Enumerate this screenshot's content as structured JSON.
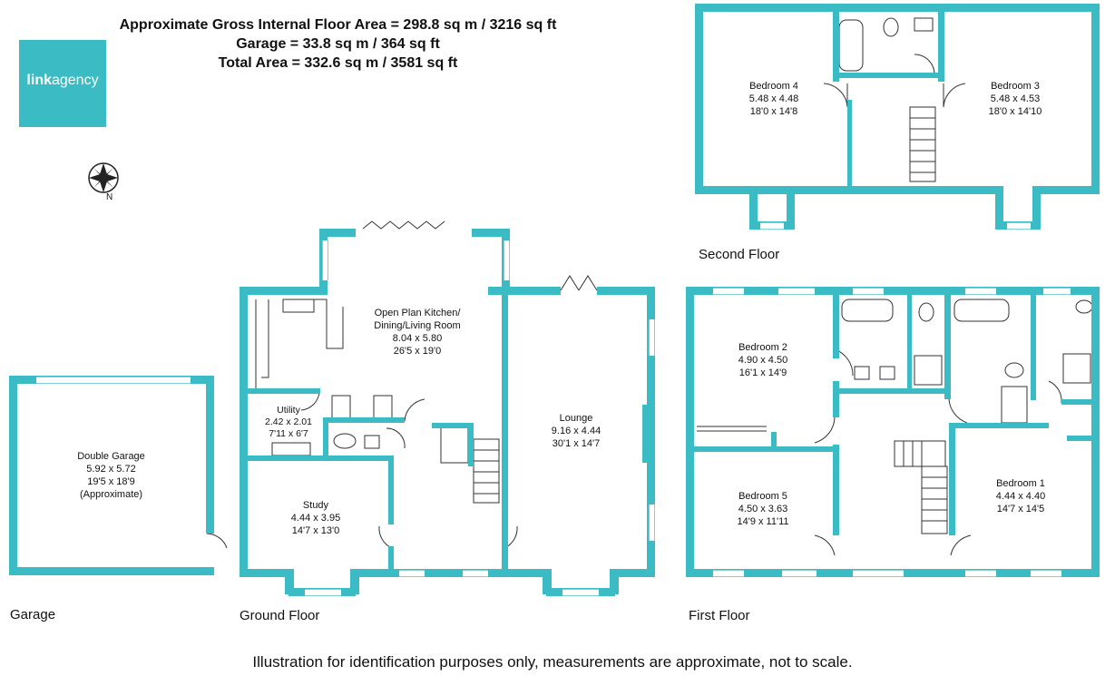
{
  "header": {
    "line1": "Approximate Gross Internal Floor Area  = 298.8 sq m  / 3216 sq ft",
    "line2": "Garage  = 33.8 sq m  / 364 sq ft",
    "line3": "Total Area  = 332.6 sq m  / 3581 sq ft"
  },
  "logo": {
    "part1": "link",
    "part2": "agency",
    "color": "#3bbcc4"
  },
  "compass": {
    "label": "N"
  },
  "floors": {
    "garage": "Garage",
    "ground": "Ground Floor",
    "first": "First Floor",
    "second": "Second Floor"
  },
  "rooms": {
    "garage": {
      "name": "Double Garage",
      "metric": "5.92 x 5.72",
      "imperial": "19'5 x 18'9",
      "note": "(Approximate)"
    },
    "kitchen": {
      "name1": "Open Plan Kitchen/",
      "name2": "Dining/Living Room",
      "metric": "8.04 x 5.80",
      "imperial": "26'5 x 19'0"
    },
    "utility": {
      "name": "Utility",
      "metric": "2.42 x 2.01",
      "imperial": "7'11 x 6'7"
    },
    "study": {
      "name": "Study",
      "metric": "4.44 x 3.95",
      "imperial": "14'7 x 13'0"
    },
    "lounge": {
      "name": "Lounge",
      "metric": "9.16 x 4.44",
      "imperial": "30'1 x 14'7"
    },
    "bedroom2": {
      "name": "Bedroom 2",
      "metric": "4.90 x 4.50",
      "imperial": "16'1 x 14'9"
    },
    "bedroom5": {
      "name": "Bedroom 5",
      "metric": "4.50 x 3.63",
      "imperial": "14'9 x 11'11"
    },
    "bedroom1": {
      "name": "Bedroom 1",
      "metric": "4.44 x 4.40",
      "imperial": "14'7 x 14'5"
    },
    "bedroom4": {
      "name": "Bedroom 4",
      "metric": "5.48 x 4.48",
      "imperial": "18'0 x 14'8"
    },
    "bedroom3": {
      "name": "Bedroom 3",
      "metric": "5.48 x 4.53",
      "imperial": "18'0 x 14'10"
    }
  },
  "disclaimer": "Illustration for identification purposes only, measurements are approximate, not to scale.",
  "colors": {
    "wall": "#3bbcc4",
    "text": "#111111"
  }
}
